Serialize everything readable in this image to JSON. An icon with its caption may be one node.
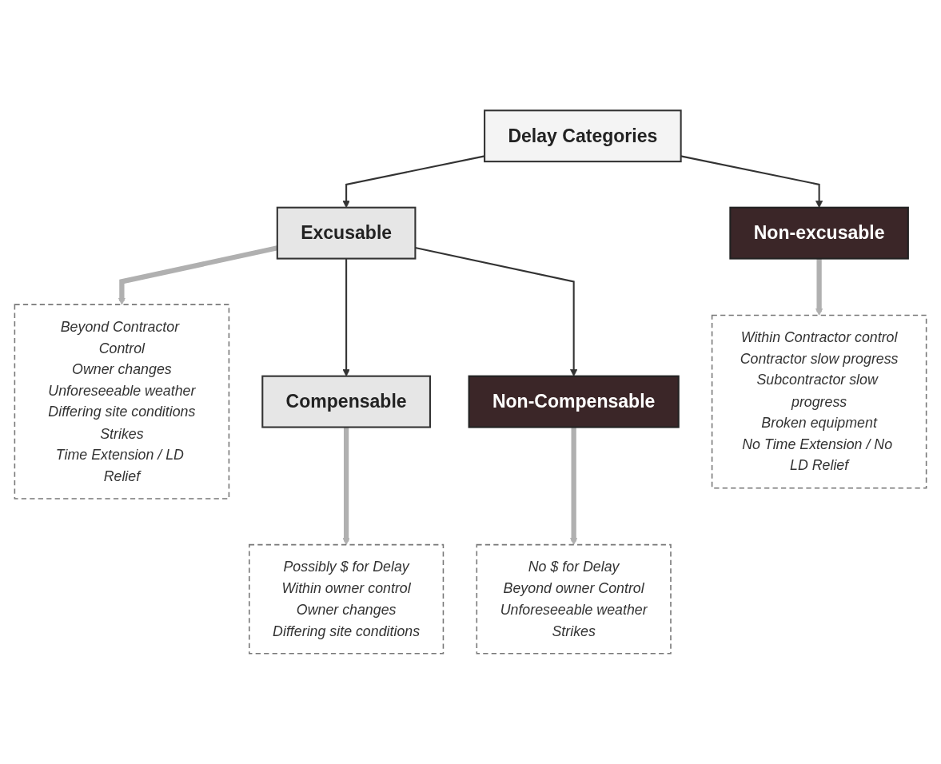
{
  "diagram": {
    "nodes": [
      {
        "text": [
          "Delay Categories"
        ]
      },
      {
        "text": [
          "Excusable"
        ]
      },
      {
        "text": [
          "Beyond Contractor Control",
          "Owner changes",
          "Unforeseeable weather",
          "Differing site conditions",
          "Strikes",
          "Time Extension / LD Relief"
        ]
      },
      {
        "text": [
          "Non-excusable"
        ]
      },
      {
        "text": [
          "Within Contractor control",
          "Contractor slow progress",
          "Subcontractor slow progress",
          "Broken equipment",
          "No Time Extension / No LD Relief"
        ]
      },
      {
        "text": [
          "Compensable"
        ]
      },
      {
        "text": [
          "Possibly $ for Delay",
          "Within owner control",
          "Owner changes",
          "Differing site conditions"
        ]
      },
      {
        "text": [
          "Non-Compensable"
        ]
      },
      {
        "text": [
          "No $ for Delay",
          "Beyond owner Control",
          "Unforeseeable weather",
          "Strikes"
        ]
      }
    ],
    "edges": [
      {
        "from": 0,
        "to": 1,
        "arrow": "to"
      },
      {
        "from": 0,
        "to": 3,
        "arrow": "to"
      },
      {
        "from": 1,
        "to": 2,
        "arrow": "to",
        "style": "thick",
        "color": "#b0b0b0"
      },
      {
        "from": 3,
        "to": 4,
        "arrow": "to",
        "style": "thick",
        "color": "#b0b0b0"
      },
      {
        "from": 1,
        "to": 5,
        "arrow": "to"
      },
      {
        "from": 1,
        "to": 7,
        "arrow": "to"
      },
      {
        "from": 5,
        "to": 6,
        "arrow": "to",
        "style": "thick",
        "color": "#b0b0b0"
      },
      {
        "from": 7,
        "to": 8,
        "arrow": "to",
        "style": "thick",
        "color": "#b0b0b0"
      }
    ]
  }
}
